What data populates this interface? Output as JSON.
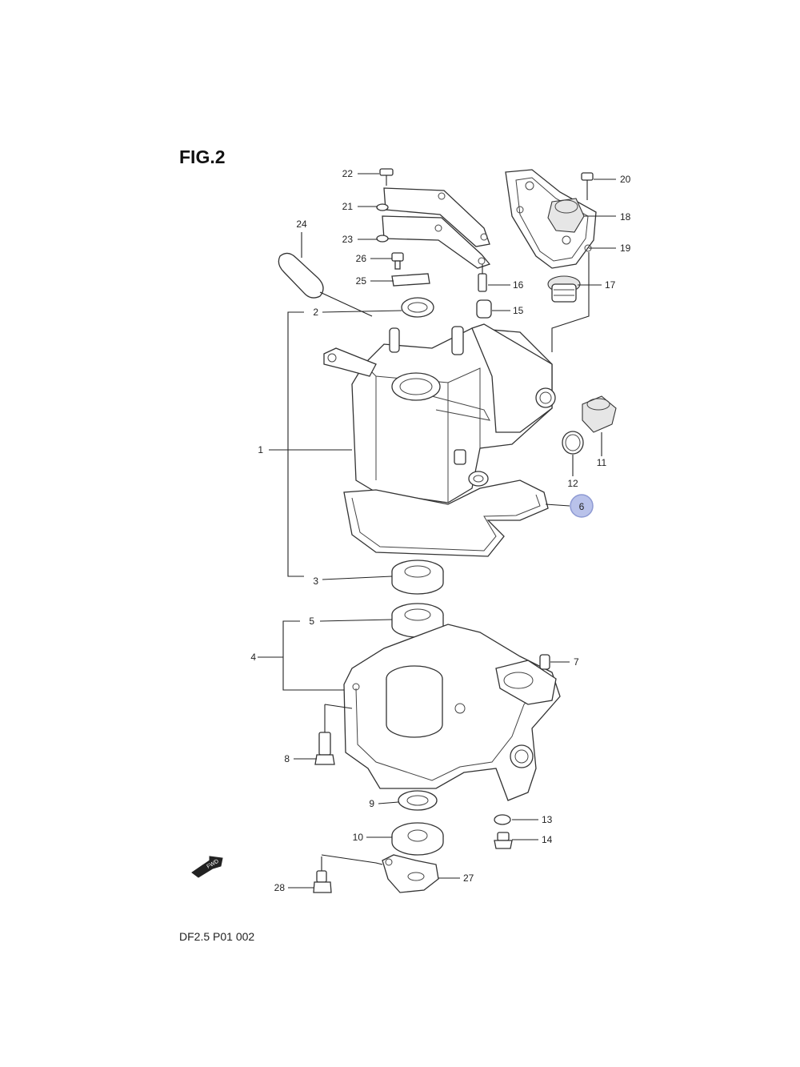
{
  "figure": {
    "title": "FIG.2",
    "drawing_code": "DF2.5 P01  002",
    "direction_badge": "FWD",
    "highlighted_callout": "6",
    "highlight_color": "#b9c2ea"
  },
  "callouts": [
    {
      "id": "1",
      "text": "1"
    },
    {
      "id": "2",
      "text": "2"
    },
    {
      "id": "3",
      "text": "3"
    },
    {
      "id": "4",
      "text": "4"
    },
    {
      "id": "5",
      "text": "5"
    },
    {
      "id": "6",
      "text": "6"
    },
    {
      "id": "7",
      "text": "7"
    },
    {
      "id": "8",
      "text": "8"
    },
    {
      "id": "9",
      "text": "9"
    },
    {
      "id": "10",
      "text": "10"
    },
    {
      "id": "11",
      "text": "11"
    },
    {
      "id": "12",
      "text": "12"
    },
    {
      "id": "13",
      "text": "13"
    },
    {
      "id": "14",
      "text": "14"
    },
    {
      "id": "15",
      "text": "15"
    },
    {
      "id": "16",
      "text": "16"
    },
    {
      "id": "17",
      "text": "17"
    },
    {
      "id": "18",
      "text": "18"
    },
    {
      "id": "19",
      "text": "19"
    },
    {
      "id": "20",
      "text": "20"
    },
    {
      "id": "21",
      "text": "21"
    },
    {
      "id": "22",
      "text": "22"
    },
    {
      "id": "23",
      "text": "23"
    },
    {
      "id": "24",
      "text": "24"
    },
    {
      "id": "25",
      "text": "25"
    },
    {
      "id": "26",
      "text": "26"
    },
    {
      "id": "27",
      "text": "27"
    },
    {
      "id": "28",
      "text": "28"
    }
  ]
}
